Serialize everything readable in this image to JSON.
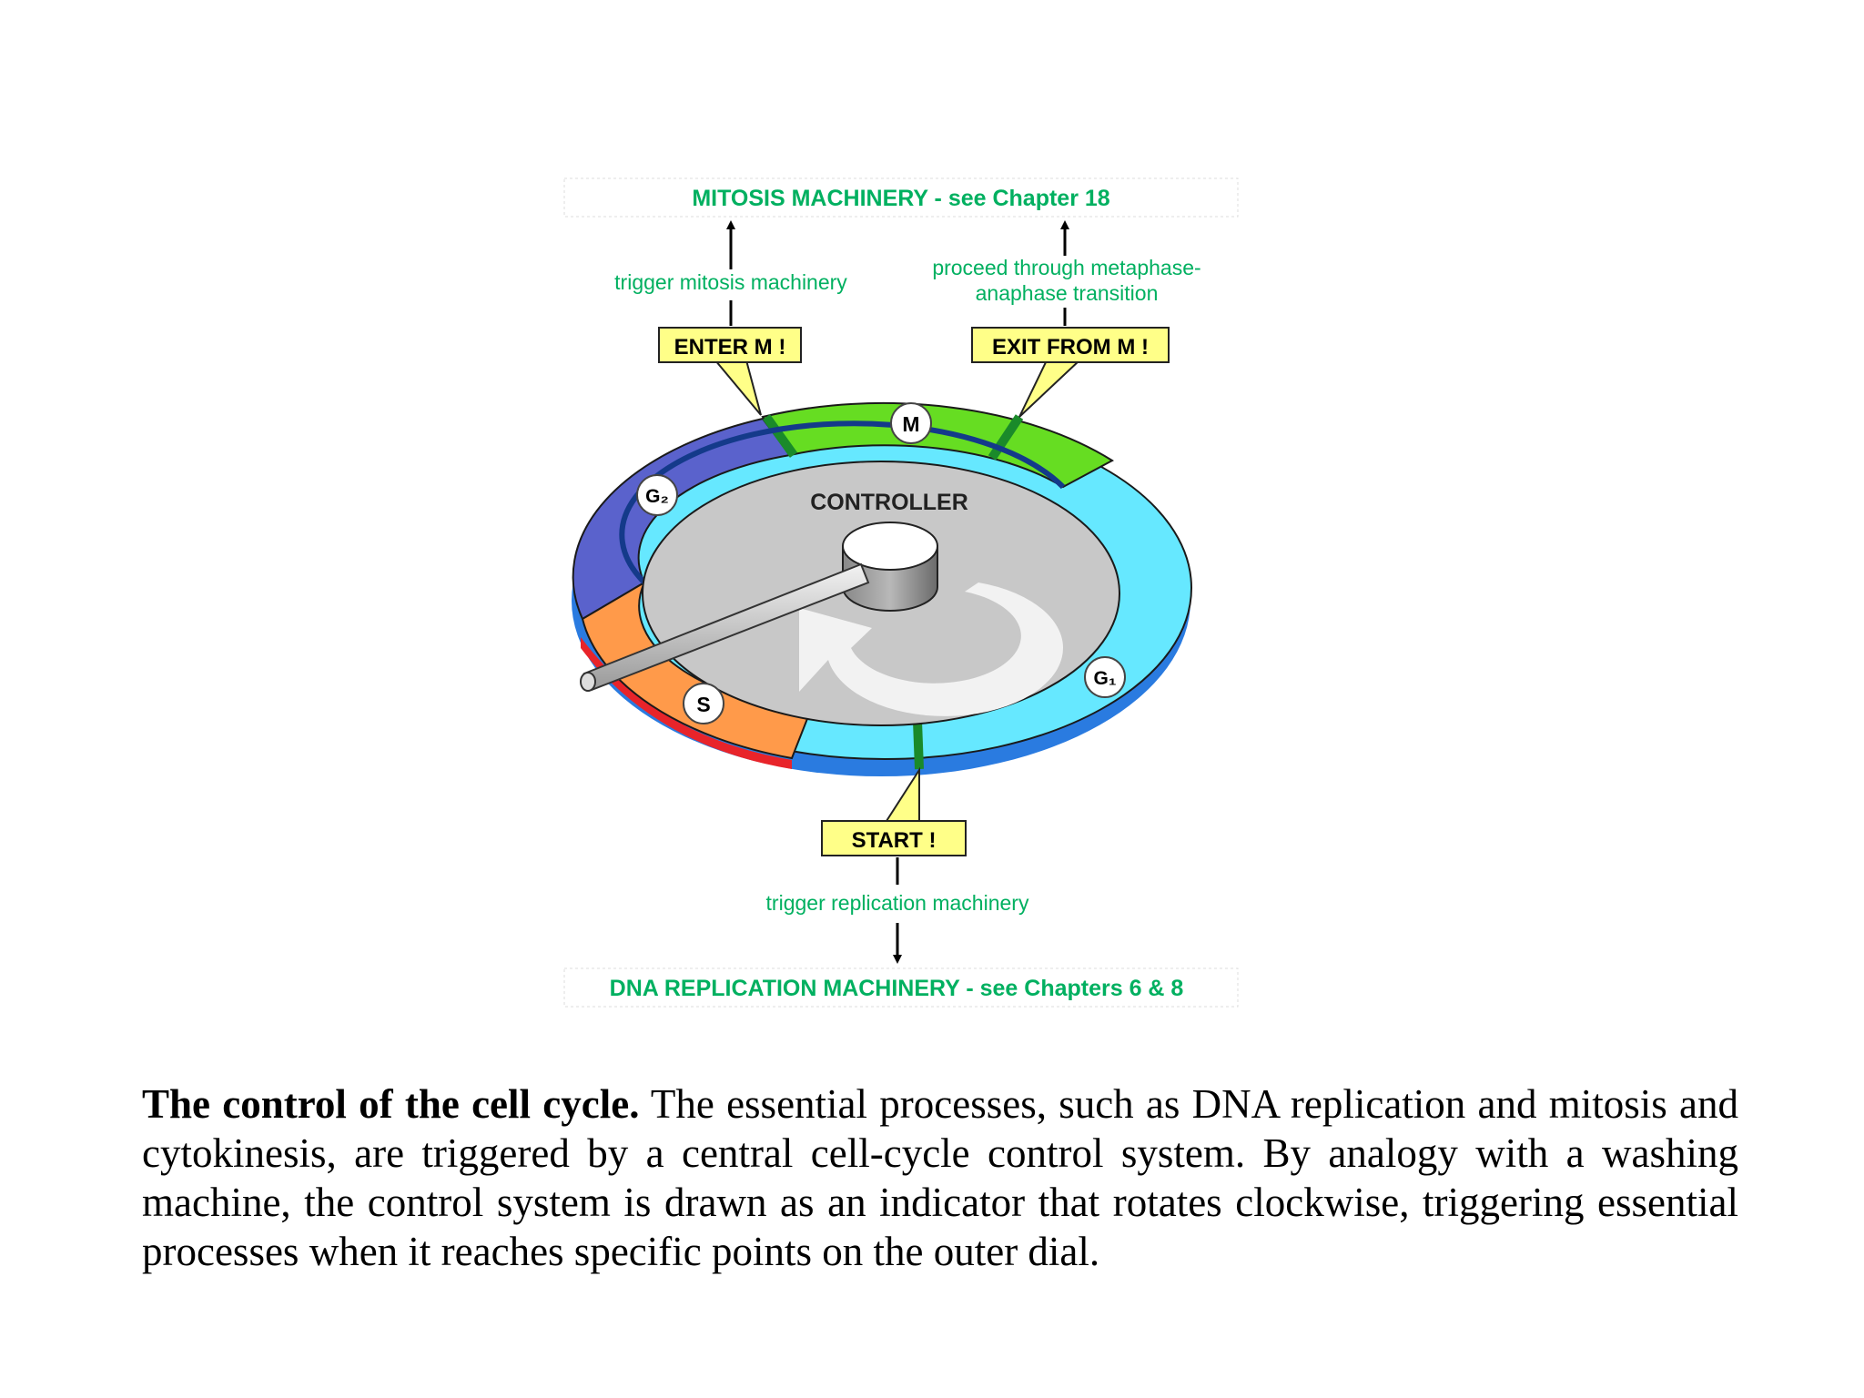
{
  "diagram": {
    "top_label": "MITOSIS MACHINERY - see Chapter 18",
    "bottom_label": "DNA REPLICATION MACHINERY - see Chapters 6 & 8",
    "trigger_mitosis": "trigger mitosis machinery",
    "proceed_line1": "proceed through metaphase-",
    "proceed_line2": "anaphase transition",
    "trigger_replication": "trigger replication machinery",
    "checkpoints": {
      "enter_m": "ENTER M !",
      "exit_m": "EXIT FROM M !",
      "start": "START !"
    },
    "phases": {
      "m": "M",
      "g2": "G₂",
      "s": "S",
      "g1": "G₁"
    },
    "controller": "CONTROLLER",
    "colors": {
      "label_green": "#00b060",
      "m_phase": "#66dd22",
      "g2_phase": "#5a62cc",
      "s_phase": "#ff9a4a",
      "g1_phase": "#66e8ff",
      "checkpoint_box": "#ffff88",
      "dial": "#c8c8c8"
    }
  },
  "caption": {
    "bold": "The control of the cell cycle.",
    "text": " The essential processes, such as DNA replication and mitosis and cytokinesis, are triggered by a central cell-cycle control system. By analogy with a washing machine, the control system is drawn as an indicator that rotates clockwise, triggering essential processes when it reaches specific points on the outer dial."
  }
}
